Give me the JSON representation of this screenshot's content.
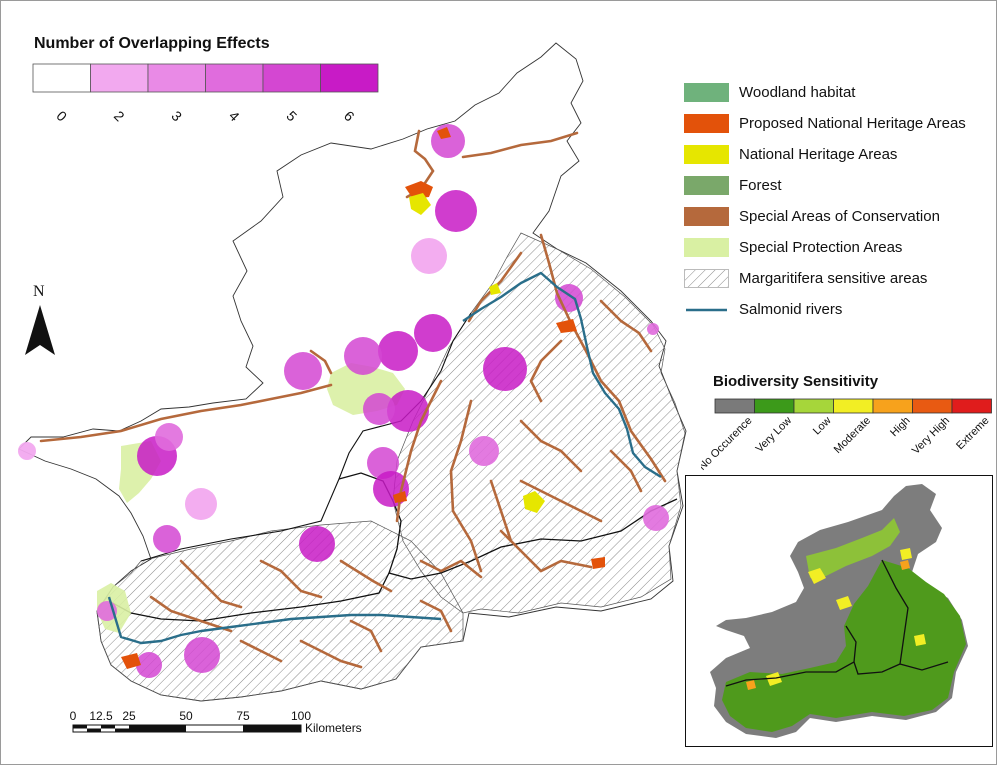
{
  "overlap_legend": {
    "title": "Number of Overlapping Effects",
    "classes": [
      {
        "label": "0",
        "color": "#ffffff"
      },
      {
        "label": "2",
        "color": "#f2a9ef"
      },
      {
        "label": "3",
        "color": "#e98ae6"
      },
      {
        "label": "4",
        "color": "#e06cdd"
      },
      {
        "label": "5",
        "color": "#d447d2"
      },
      {
        "label": "6",
        "color": "#c81bc6"
      }
    ]
  },
  "layers": [
    {
      "label": "Woodland habitat",
      "color": "#6fb27c",
      "icon": "woodland-swatch"
    },
    {
      "label": "Proposed National Heritage Areas",
      "color": "#e3520a",
      "icon": "pnha-swatch"
    },
    {
      "label": "National Heritage Areas",
      "color": "#e6e600",
      "icon": "nha-swatch"
    },
    {
      "label": "Forest",
      "color": "#7aa86a",
      "icon": "forest-swatch"
    },
    {
      "label": "Special Areas of Conservation",
      "color": "#b5693c",
      "icon": "sac-swatch"
    },
    {
      "label": "Special Protection Areas",
      "color": "#d9f0a3",
      "icon": "spa-swatch"
    },
    {
      "label": "Margaritifera sensitive areas",
      "color": "#ffffff",
      "icon": "hatch-swatch"
    },
    {
      "label": "Salmonid rivers",
      "color": "#2a6e8a",
      "icon": "river-line"
    }
  ],
  "north_arrow": {
    "label": "N"
  },
  "scale_bar": {
    "ticks": [
      "0",
      "12.5",
      "25",
      "50",
      "75",
      "100"
    ],
    "unit": "Kilometers"
  },
  "biodiversity_sensitivity": {
    "title": "Biodiversity Sensitivity",
    "classes": [
      {
        "label": "No Occurence",
        "color": "#7a7a7a"
      },
      {
        "label": "Very Low",
        "color": "#3c9a1a"
      },
      {
        "label": "Low",
        "color": "#a6d63a"
      },
      {
        "label": "Moderate",
        "color": "#f2ee24"
      },
      {
        "label": "High",
        "color": "#f7a21c"
      },
      {
        "label": "Very High",
        "color": "#e85a12"
      },
      {
        "label": "Extreme",
        "color": "#e01c1c"
      }
    ]
  }
}
